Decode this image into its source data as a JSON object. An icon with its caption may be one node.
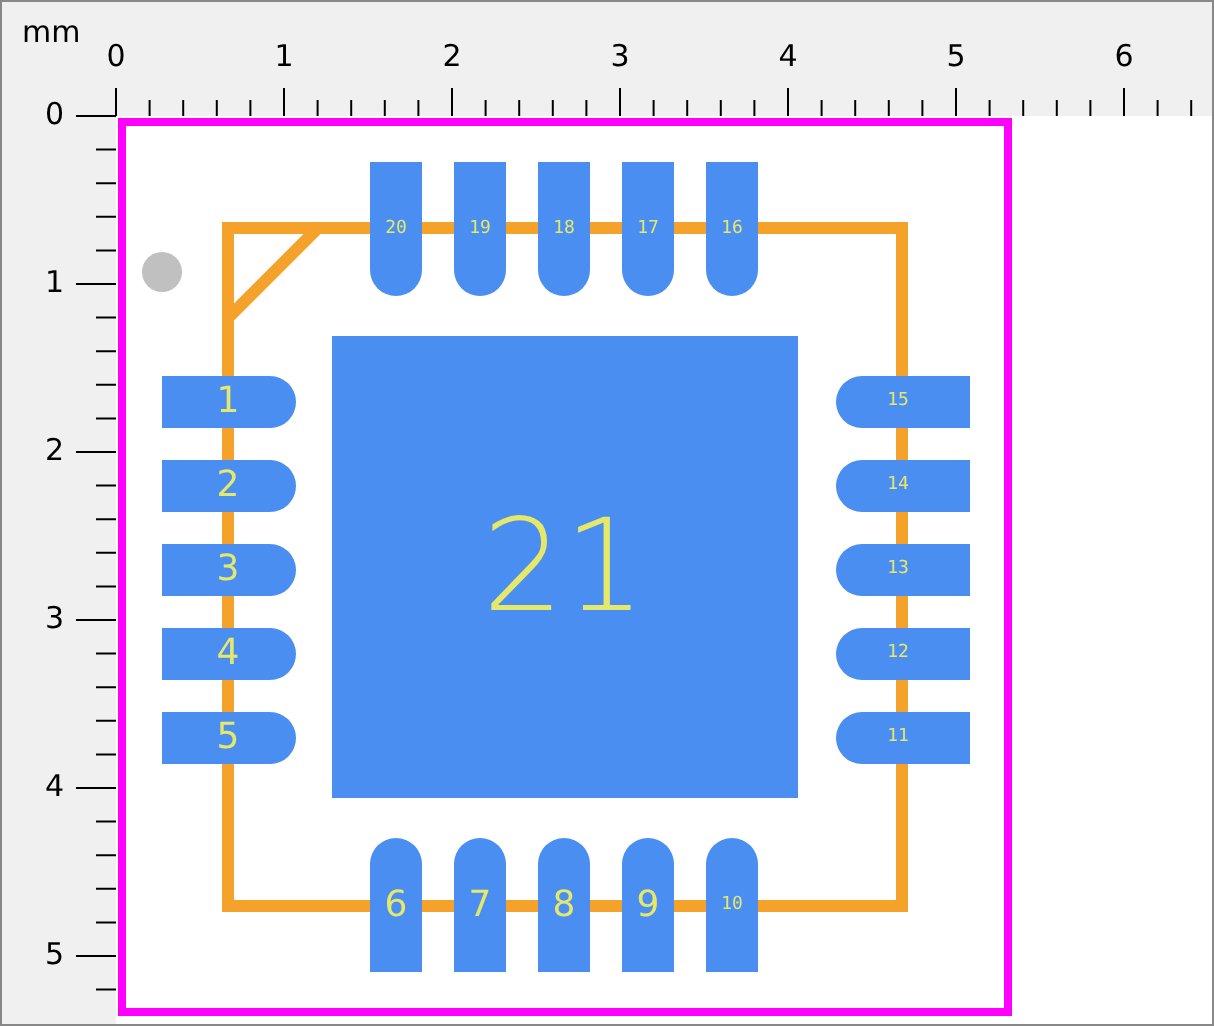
{
  "diagram": {
    "nodes": [
      {
        "text": [
          "1"
        ]
      },
      {
        "text": [
          "2"
        ]
      },
      {
        "text": [
          "3"
        ]
      },
      {
        "text": [
          "4"
        ]
      },
      {
        "text": [
          "5"
        ]
      },
      {
        "text": [
          "6"
        ]
      },
      {
        "text": [
          "7"
        ]
      },
      {
        "text": [
          "8"
        ]
      },
      {
        "text": [
          "9"
        ]
      },
      {
        "text": [
          "10"
        ]
      },
      {
        "text": [
          "11"
        ]
      },
      {
        "text": [
          "12"
        ]
      },
      {
        "text": [
          "13"
        ]
      },
      {
        "text": [
          "14"
        ]
      },
      {
        "text": [
          "15"
        ]
      },
      {
        "text": [
          "16"
        ]
      },
      {
        "text": [
          "17"
        ]
      },
      {
        "text": [
          "18"
        ]
      },
      {
        "text": [
          "19"
        ]
      },
      {
        "text": [
          "20"
        ]
      },
      {
        "text": [
          "21"
        ]
      }
    ],
    "labels": [
      "mm",
      "0",
      "1",
      "2",
      "3",
      "4",
      "5",
      "6",
      "0",
      "1",
      "2",
      "3",
      "4",
      "5"
    ]
  }
}
